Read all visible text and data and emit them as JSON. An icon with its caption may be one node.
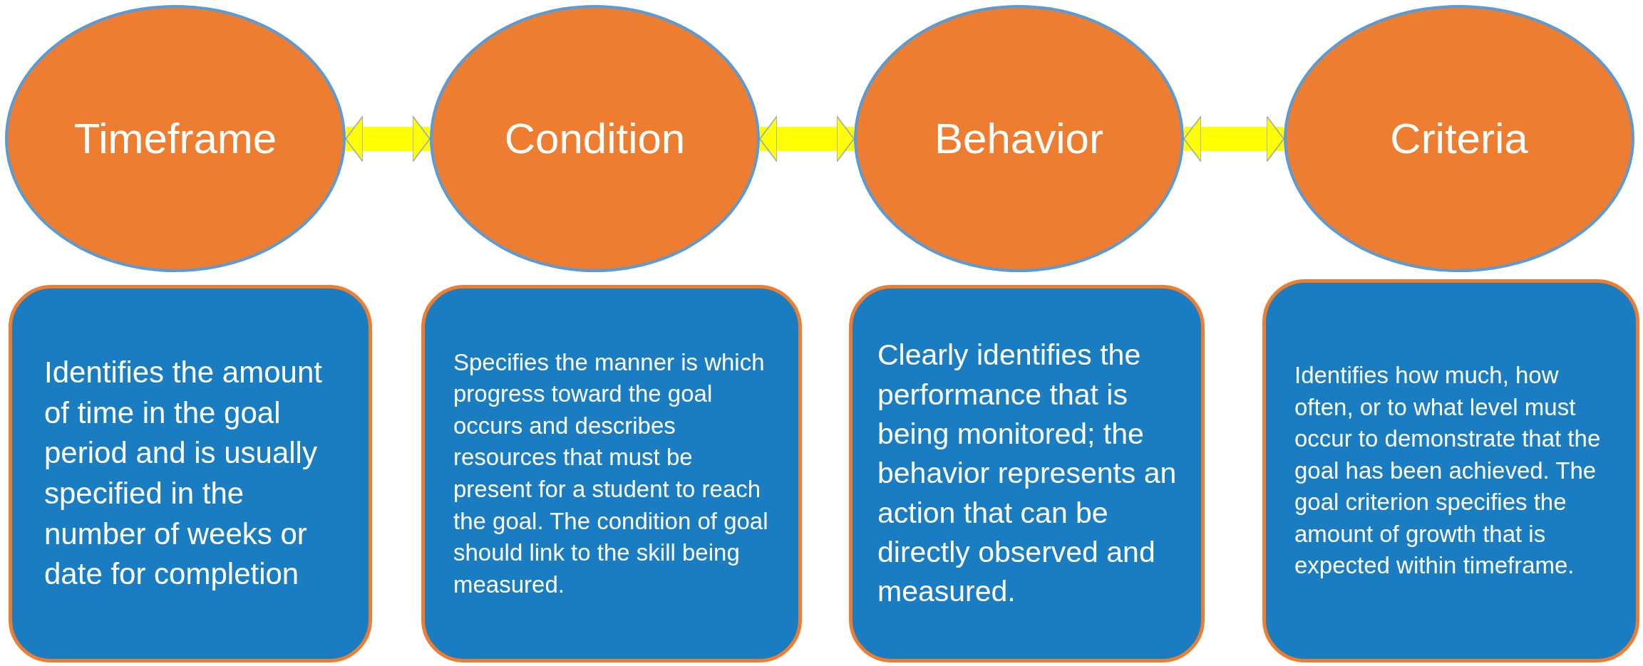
{
  "diagram": {
    "nodes": [
      {
        "text": [
          "Timeframe"
        ]
      },
      {
        "text": [
          "Condition"
        ]
      },
      {
        "text": [
          "Behavior"
        ]
      },
      {
        "text": [
          "Criteria"
        ]
      },
      {
        "text": [
          "Identifies the amount of time in the goal period and is usually specified in the number of weeks or date for completion"
        ]
      },
      {
        "text": [
          "Specifies the manner is which progress toward the goal occurs and describes resources that must be present for a student to reach the goal.  The condition of goal should link to the skill being measured."
        ]
      },
      {
        "text": [
          "Clearly identifies the performance that is being monitored; the behavior represents an action that can be directly observed and measured."
        ]
      },
      {
        "text": [
          "Identifies how much, how often, or to what level must occur to demonstrate that the goal has been achieved. The goal criterion specifies the amount of growth that is expected within timeframe."
        ]
      }
    ],
    "edges": [
      {
        "from": 0,
        "to": 1,
        "arrow": "both"
      },
      {
        "from": 1,
        "to": 2,
        "arrow": "both"
      },
      {
        "from": 2,
        "to": 3,
        "arrow": "both"
      }
    ]
  }
}
